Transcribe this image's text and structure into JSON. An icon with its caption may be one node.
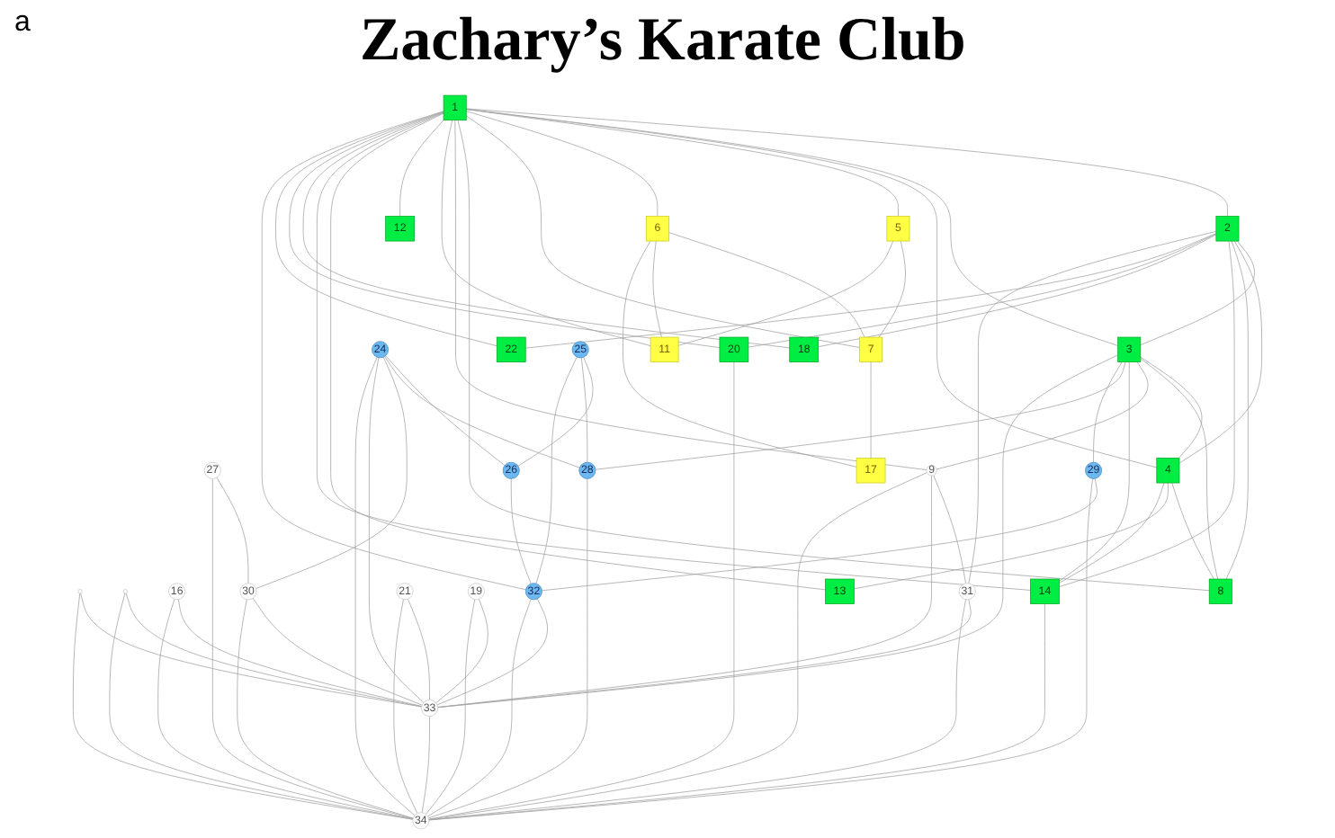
{
  "diagram": {
    "title": "Zachary’s Karate Club",
    "nodes": [
      {
        "text": [],
        "shape": "circle"
      },
      {
        "text": [
          "27"
        ]
      },
      {
        "text": [],
        "shape": "circle"
      },
      {
        "text": [
          "16"
        ]
      },
      {
        "text": [
          "31"
        ]
      },
      {
        "text": [
          "20"
        ]
      },
      {
        "text": [
          "13"
        ]
      },
      {
        "text": [
          "34"
        ]
      },
      {
        "text": [
          "30"
        ]
      },
      {
        "text": [
          "14"
        ]
      },
      {
        "text": [
          "4"
        ]
      },
      {
        "text": [
          "5"
        ]
      },
      {
        "text": [
          "9"
        ]
      },
      {
        "text": [
          "21"
        ]
      },
      {
        "text": [
          "6"
        ]
      },
      {
        "text": [
          "33"
        ]
      },
      {
        "text": [
          "17"
        ]
      },
      {
        "text": [
          "19"
        ]
      },
      {
        "text": [
          "3"
        ]
      },
      {
        "text": [
          "2"
        ]
      },
      {
        "text": [
          "1"
        ]
      },
      {
        "text": [
          "7"
        ]
      },
      {
        "text": [
          "24"
        ]
      },
      {
        "text": [
          "11"
        ]
      },
      {
        "text": [
          "29"
        ]
      },
      {
        "text": [
          "28"
        ]
      },
      {
        "text": [
          "8"
        ]
      },
      {
        "text": [
          "18"
        ]
      },
      {
        "text": [
          "32"
        ]
      },
      {
        "text": [
          "26"
        ]
      },
      {
        "text": [
          "22"
        ]
      },
      {
        "text": [
          "12"
        ]
      },
      {
        "text": [
          "25"
        ]
      }
    ],
    "edges": [
      {
        "from": 20,
        "to": 19,
        "arrow": "none"
      },
      {
        "from": 20,
        "to": 18,
        "arrow": "none"
      },
      {
        "from": 20,
        "to": 10,
        "arrow": "none"
      },
      {
        "from": 20,
        "to": 11,
        "arrow": "none"
      },
      {
        "from": 20,
        "to": 14,
        "arrow": "none"
      },
      {
        "from": 20,
        "to": 21,
        "arrow": "none"
      },
      {
        "from": 20,
        "to": 26,
        "arrow": "none"
      },
      {
        "from": 20,
        "to": 12,
        "arrow": "none"
      },
      {
        "from": 20,
        "to": 23,
        "arrow": "none"
      },
      {
        "from": 20,
        "to": 31,
        "arrow": "none"
      },
      {
        "from": 20,
        "to": 6,
        "arrow": "none"
      },
      {
        "from": 20,
        "to": 9,
        "arrow": "none"
      },
      {
        "from": 20,
        "to": 27,
        "arrow": "none"
      },
      {
        "from": 20,
        "to": 5,
        "arrow": "none"
      },
      {
        "from": 20,
        "to": 30,
        "arrow": "none"
      },
      {
        "from": 20,
        "to": 28,
        "arrow": "none"
      },
      {
        "from": 19,
        "to": 18,
        "arrow": "none"
      },
      {
        "from": 19,
        "to": 10,
        "arrow": "none"
      },
      {
        "from": 19,
        "to": 26,
        "arrow": "none"
      },
      {
        "from": 19,
        "to": 9,
        "arrow": "none"
      },
      {
        "from": 19,
        "to": 27,
        "arrow": "none"
      },
      {
        "from": 19,
        "to": 5,
        "arrow": "none"
      },
      {
        "from": 19,
        "to": 30,
        "arrow": "none"
      },
      {
        "from": 19,
        "to": 4,
        "arrow": "none"
      },
      {
        "from": 18,
        "to": 10,
        "arrow": "none"
      },
      {
        "from": 18,
        "to": 26,
        "arrow": "none"
      },
      {
        "from": 18,
        "to": 12,
        "arrow": "none"
      },
      {
        "from": 18,
        "to": 9,
        "arrow": "none"
      },
      {
        "from": 18,
        "to": 25,
        "arrow": "none"
      },
      {
        "from": 18,
        "to": 24,
        "arrow": "none"
      },
      {
        "from": 18,
        "to": 15,
        "arrow": "none"
      },
      {
        "from": 10,
        "to": 26,
        "arrow": "none"
      },
      {
        "from": 10,
        "to": 6,
        "arrow": "none"
      },
      {
        "from": 10,
        "to": 9,
        "arrow": "none"
      },
      {
        "from": 11,
        "to": 21,
        "arrow": "none"
      },
      {
        "from": 11,
        "to": 23,
        "arrow": "none"
      },
      {
        "from": 14,
        "to": 21,
        "arrow": "none"
      },
      {
        "from": 14,
        "to": 23,
        "arrow": "none"
      },
      {
        "from": 14,
        "to": 16,
        "arrow": "none"
      },
      {
        "from": 21,
        "to": 16,
        "arrow": "none"
      },
      {
        "from": 12,
        "to": 4,
        "arrow": "none"
      },
      {
        "from": 12,
        "to": 15,
        "arrow": "none"
      },
      {
        "from": 12,
        "to": 7,
        "arrow": "none"
      },
      {
        "from": 9,
        "to": 7,
        "arrow": "none"
      },
      {
        "from": 0,
        "to": 15,
        "arrow": "none"
      },
      {
        "from": 0,
        "to": 7,
        "arrow": "none"
      },
      {
        "from": 3,
        "to": 15,
        "arrow": "none"
      },
      {
        "from": 3,
        "to": 7,
        "arrow": "none"
      },
      {
        "from": 17,
        "to": 15,
        "arrow": "none"
      },
      {
        "from": 17,
        "to": 7,
        "arrow": "none"
      },
      {
        "from": 5,
        "to": 7,
        "arrow": "none"
      },
      {
        "from": 13,
        "to": 15,
        "arrow": "none"
      },
      {
        "from": 13,
        "to": 7,
        "arrow": "none"
      },
      {
        "from": 2,
        "to": 15,
        "arrow": "none"
      },
      {
        "from": 2,
        "to": 7,
        "arrow": "none"
      },
      {
        "from": 22,
        "to": 29,
        "arrow": "none"
      },
      {
        "from": 22,
        "to": 25,
        "arrow": "none"
      },
      {
        "from": 22,
        "to": 8,
        "arrow": "none"
      },
      {
        "from": 22,
        "to": 15,
        "arrow": "none"
      },
      {
        "from": 22,
        "to": 7,
        "arrow": "none"
      },
      {
        "from": 32,
        "to": 29,
        "arrow": "none"
      },
      {
        "from": 32,
        "to": 25,
        "arrow": "none"
      },
      {
        "from": 32,
        "to": 28,
        "arrow": "none"
      },
      {
        "from": 29,
        "to": 28,
        "arrow": "none"
      },
      {
        "from": 1,
        "to": 8,
        "arrow": "none"
      },
      {
        "from": 1,
        "to": 7,
        "arrow": "none"
      },
      {
        "from": 25,
        "to": 7,
        "arrow": "none"
      },
      {
        "from": 24,
        "to": 28,
        "arrow": "none"
      },
      {
        "from": 24,
        "to": 7,
        "arrow": "none"
      },
      {
        "from": 8,
        "to": 15,
        "arrow": "none"
      },
      {
        "from": 8,
        "to": 7,
        "arrow": "none"
      },
      {
        "from": 4,
        "to": 15,
        "arrow": "none"
      },
      {
        "from": 4,
        "to": 7,
        "arrow": "none"
      },
      {
        "from": 28,
        "to": 15,
        "arrow": "none"
      },
      {
        "from": 28,
        "to": 7,
        "arrow": "none"
      },
      {
        "from": 15,
        "to": 7,
        "arrow": "none"
      }
    ],
    "labels": [
      "a"
    ]
  }
}
